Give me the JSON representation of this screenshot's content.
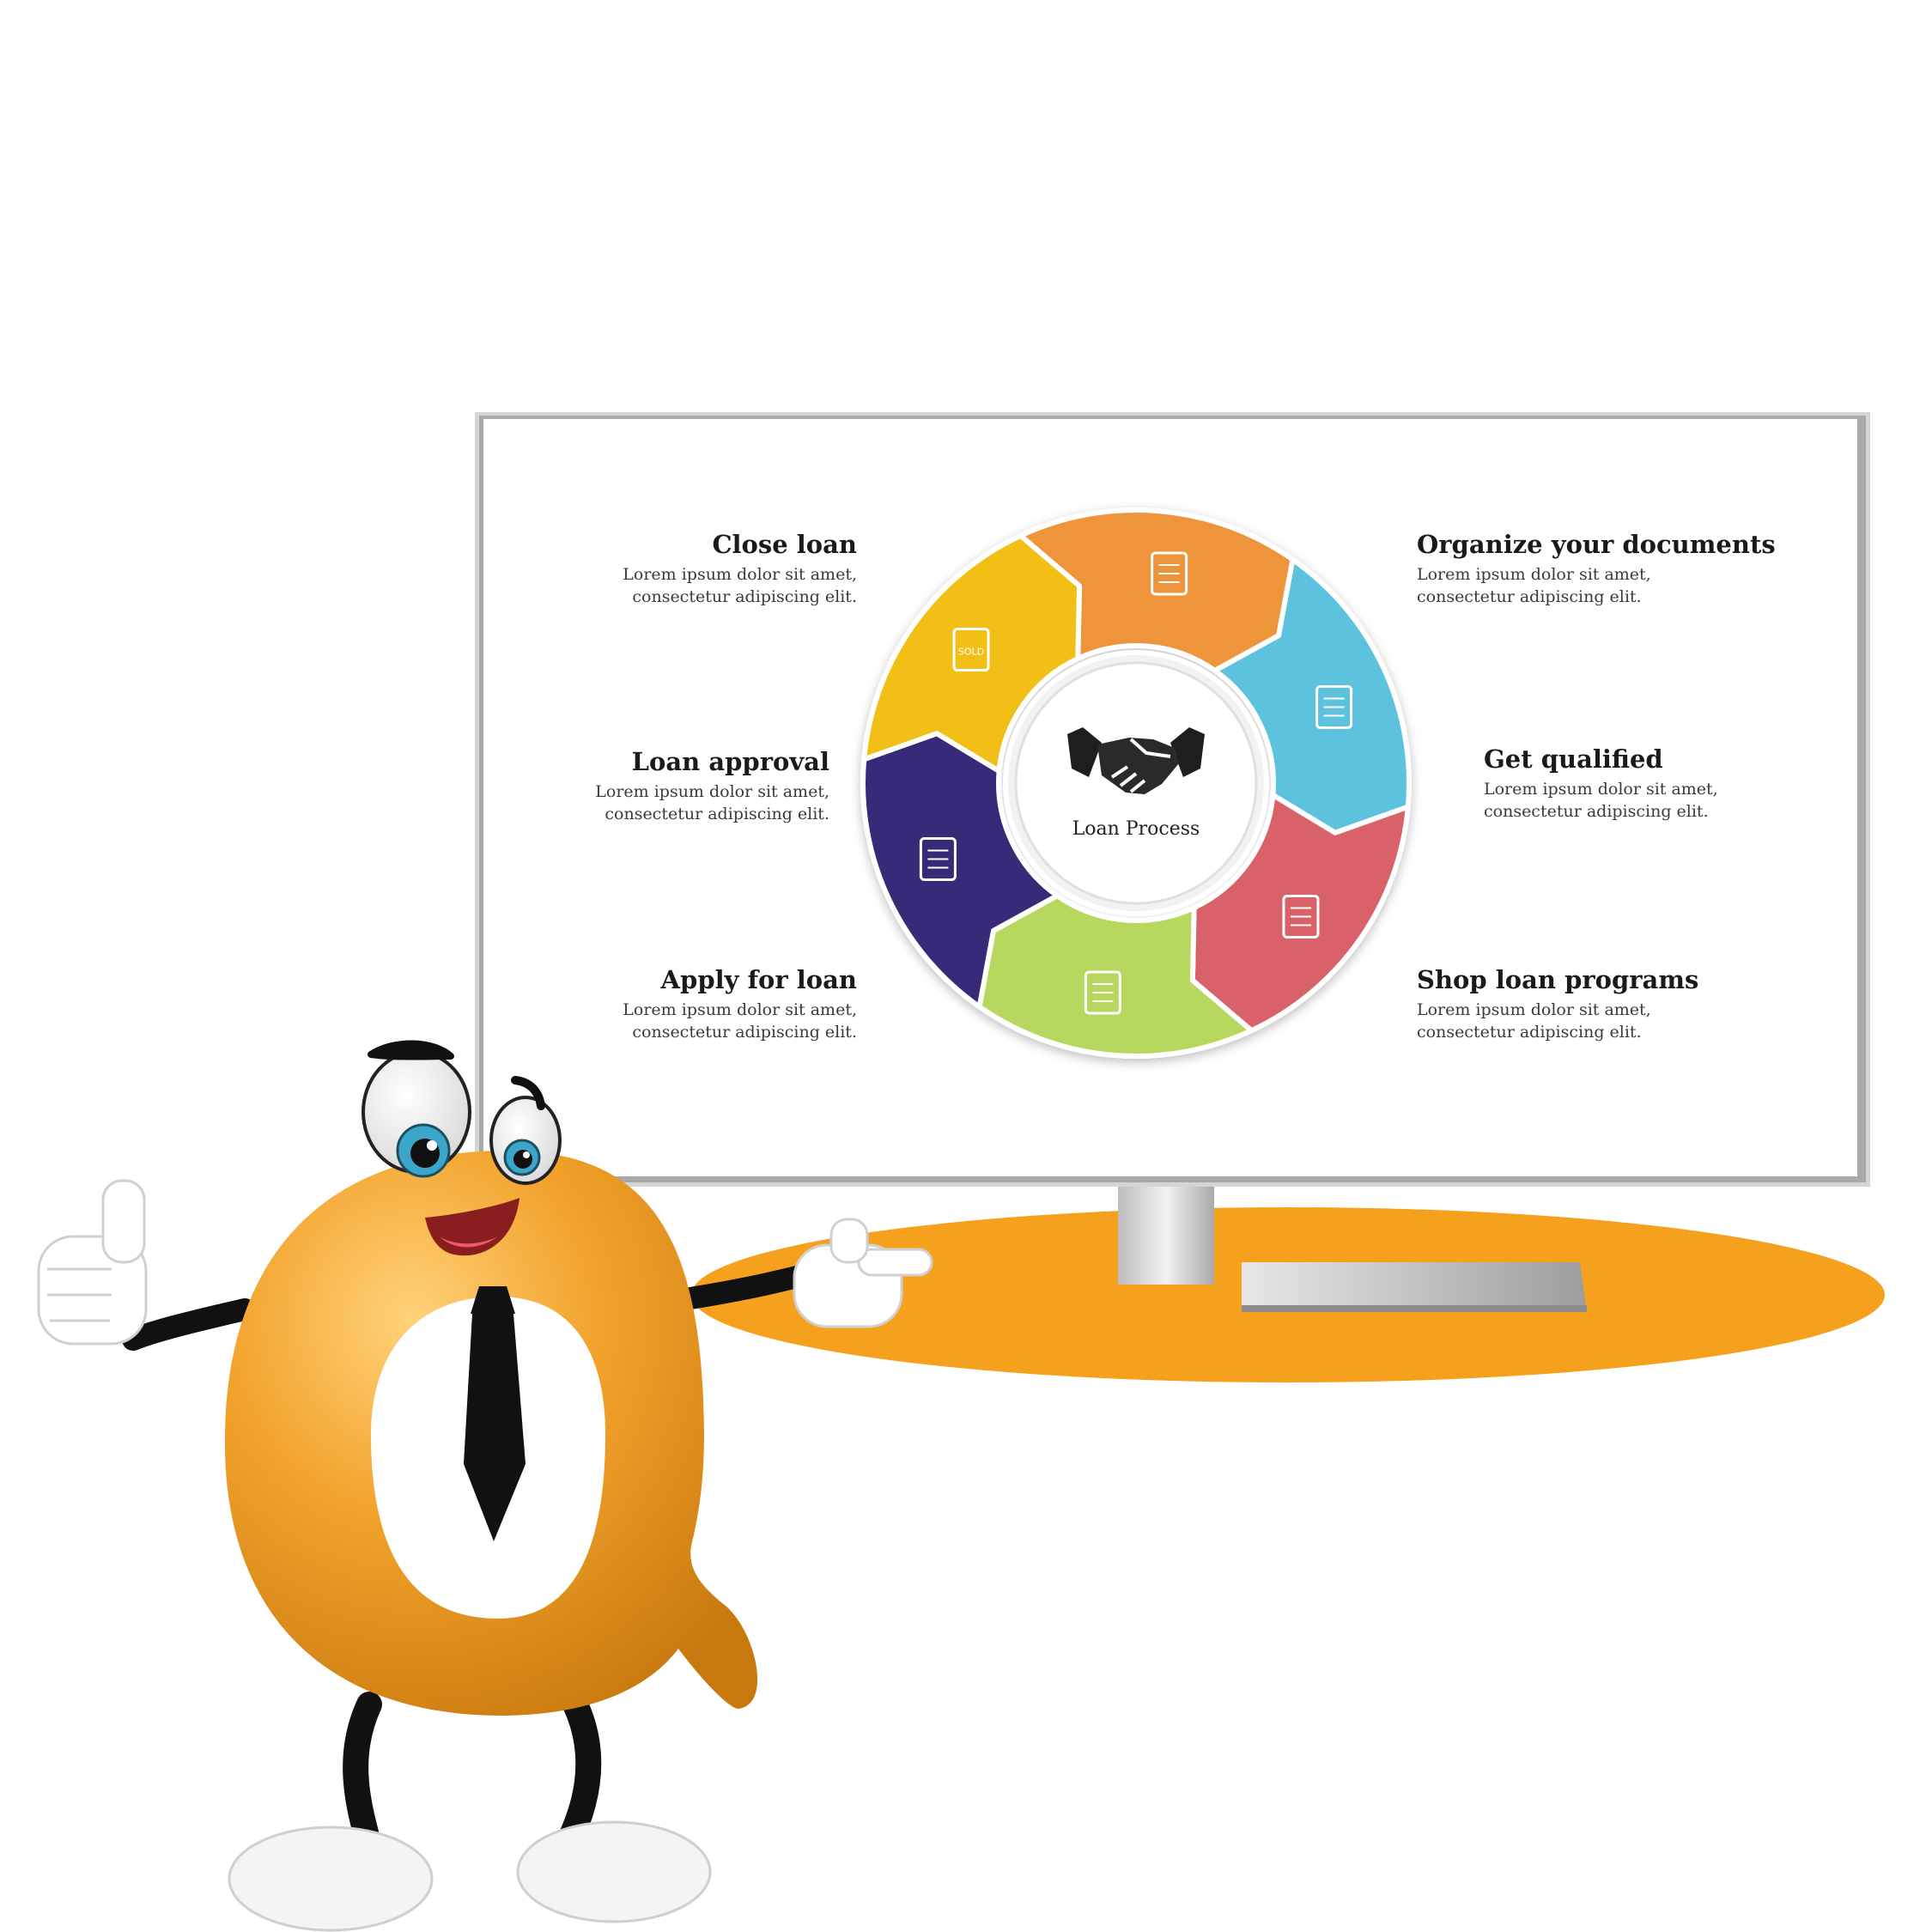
{
  "diagram": {
    "center_label": "Loan Process",
    "center_icon": "handshake-icon",
    "steps": [
      {
        "id": "organize",
        "title": "Organize your documents",
        "desc": "Lorem ipsum dolor sit amet, consectetur adipiscing elit.",
        "color": "#5DC2DD",
        "icon": "gear-check-icon"
      },
      {
        "id": "qualified",
        "title": "Get qualified",
        "desc": "Lorem ipsum dolor sit amet, consectetur adipiscing elit.",
        "color": "#D9626A",
        "icon": "home-pin-icon"
      },
      {
        "id": "shop",
        "title": "Shop loan programs",
        "desc": "Lorem ipsum dolor sit amet, consectetur adipiscing elit.",
        "color": "#B6D85E",
        "icon": "document-handshake-icon"
      },
      {
        "id": "apply",
        "title": "Apply for loan",
        "desc": "Lorem ipsum dolor sit amet, consectetur adipiscing elit.",
        "color": "#372A78",
        "icon": "house-dollar-icon"
      },
      {
        "id": "approval",
        "title": "Loan approval",
        "desc": "Lorem ipsum dolor sit amet, consectetur adipiscing elit.",
        "color": "#F2BF14",
        "icon": "sold-sign-icon",
        "icon_text": "SOLD"
      },
      {
        "id": "close",
        "title": "Close loan",
        "desc": "Lorem ipsum dolor sit amet, consectetur adipiscing elit.",
        "color": "#EE943B",
        "icon": "documents-icon"
      }
    ]
  },
  "mascot": {
    "name": "letter-q-mascot",
    "color": "#F2A12A"
  },
  "platform_color": "#F5A11E"
}
